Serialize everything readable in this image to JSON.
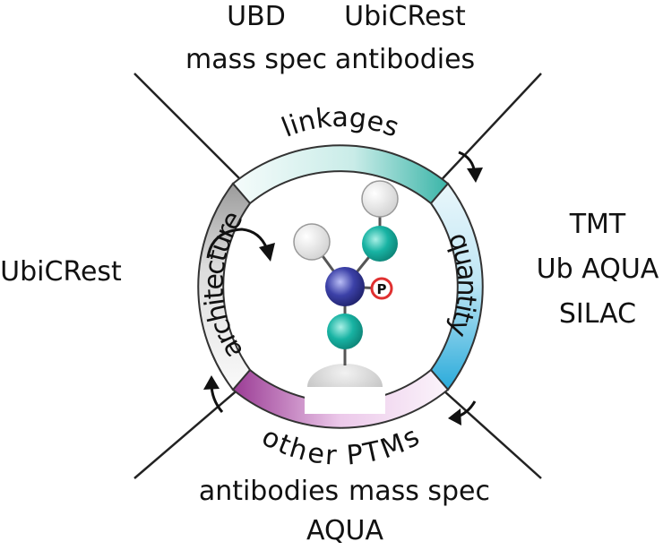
{
  "ring": {
    "top": "linkages",
    "right": "quantity",
    "bottom": "other PTMs",
    "left": "architecture"
  },
  "methods": {
    "top_left": [
      "UBD",
      "mass spec"
    ],
    "top_right": [
      "UbiCRest",
      "antibodies"
    ],
    "right": [
      "TMT",
      "Ub AQUA",
      "SILAC"
    ],
    "left": [
      "UbiCRest"
    ],
    "bottom_left": [
      "antibodies"
    ],
    "bottom_right": [
      "mass spec"
    ],
    "bottom_center": [
      "AQUA"
    ]
  },
  "center": {
    "phospho_label": "P"
  },
  "colors": {
    "linkages": "#1aa898",
    "quantity": "#1aa6d8",
    "other_ptms": "#8a1c8a",
    "architecture": "#8a8a8a",
    "ubiquitin_teal": "#16a89a",
    "ubiquitin_core": "#3b3f9a",
    "phospho_red": "#e03030"
  }
}
